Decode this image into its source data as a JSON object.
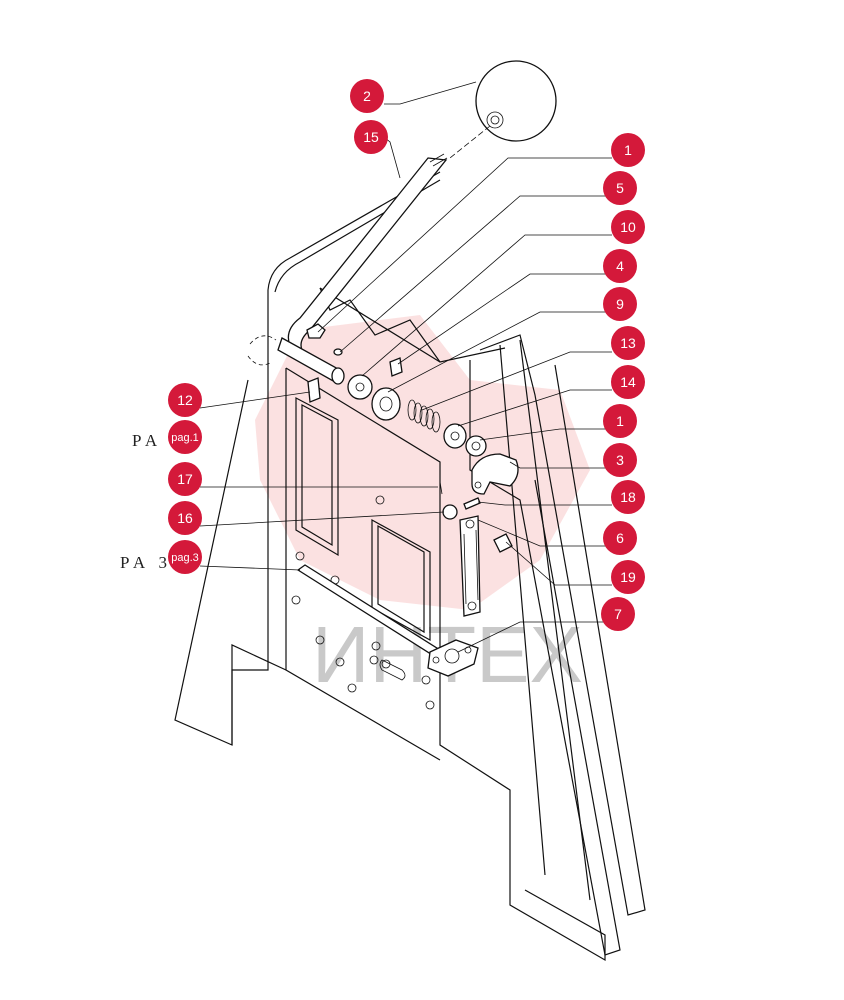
{
  "diagram": {
    "callouts": [
      {
        "id": "c2",
        "label": "2"
      },
      {
        "id": "c15",
        "label": "15"
      },
      {
        "id": "c1a",
        "label": "1"
      },
      {
        "id": "c5",
        "label": "5"
      },
      {
        "id": "c10",
        "label": "10"
      },
      {
        "id": "c4",
        "label": "4"
      },
      {
        "id": "c9",
        "label": "9"
      },
      {
        "id": "c13",
        "label": "13"
      },
      {
        "id": "c14",
        "label": "14"
      },
      {
        "id": "c1b",
        "label": "1"
      },
      {
        "id": "c3",
        "label": "3"
      },
      {
        "id": "c18",
        "label": "18"
      },
      {
        "id": "c6",
        "label": "6"
      },
      {
        "id": "c19",
        "label": "19"
      },
      {
        "id": "c7",
        "label": "7"
      },
      {
        "id": "c12",
        "label": "12"
      },
      {
        "id": "c17",
        "label": "17"
      },
      {
        "id": "c16",
        "label": "16"
      },
      {
        "id": "pag1",
        "label": "pag.1"
      },
      {
        "id": "pag3",
        "label": "pag.3"
      }
    ],
    "page_refs": [
      {
        "id": "ref1",
        "text": "PA  1"
      },
      {
        "id": "ref2",
        "text": "PA  3 1"
      }
    ],
    "watermark": {
      "text": "ИНТЕХ",
      "color": "#e62b2b"
    },
    "callout_color": "#d4193a"
  }
}
